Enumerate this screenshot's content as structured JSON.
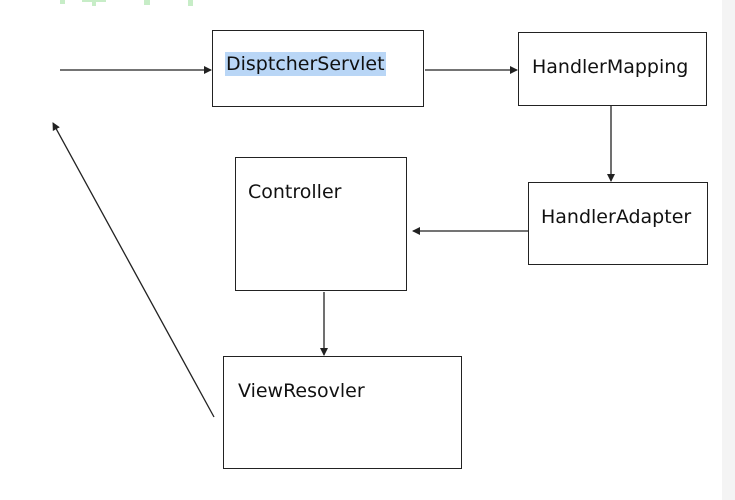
{
  "nodes": {
    "dispatcher": {
      "label": "DisptcherServlet",
      "selected": true
    },
    "handler_mapping": {
      "label": "HandlerMapping"
    },
    "handler_adapter": {
      "label": "HandlerAdapter"
    },
    "controller": {
      "label": "Controller"
    },
    "view_resolver": {
      "label": "ViewResovler"
    }
  },
  "edges": [
    {
      "from": "request",
      "to": "dispatcher"
    },
    {
      "from": "dispatcher",
      "to": "handler_mapping"
    },
    {
      "from": "handler_mapping",
      "to": "handler_adapter"
    },
    {
      "from": "handler_adapter",
      "to": "controller"
    },
    {
      "from": "controller",
      "to": "view_resolver"
    },
    {
      "from": "view_resolver",
      "to": "response"
    }
  ],
  "colors": {
    "stroke": "#222222",
    "selection": "#b9d6f6",
    "watermark": "#9be09b"
  }
}
